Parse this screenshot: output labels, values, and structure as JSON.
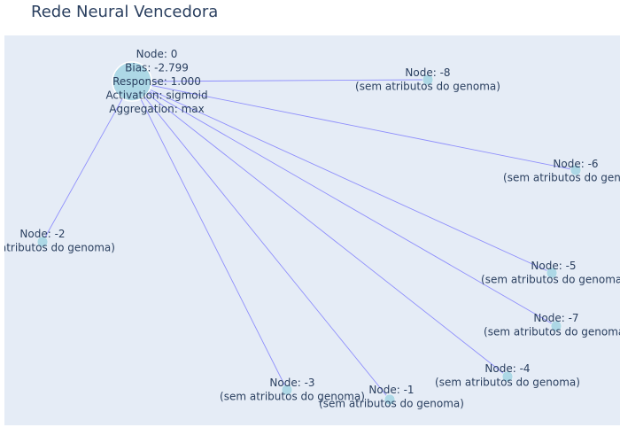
{
  "title": "Rede Neural Vencedora",
  "colors": {
    "plot_bg": "#e5ecf6",
    "edge": "#8f8ffc",
    "node_fill": "#add8e6",
    "text": "#2a3f5f"
  },
  "nodes": [
    {
      "id": "0",
      "role": "output",
      "lines": [
        "Node: 0",
        "Bias: -2.799",
        "Response: 1.000",
        "Activation: sigmoid",
        "Aggregation: max"
      ]
    },
    {
      "id": "-8",
      "role": "input",
      "lines": [
        "Node: -8",
        "(sem atributos do genoma)"
      ]
    },
    {
      "id": "-6",
      "role": "input",
      "lines": [
        "Node: -6",
        "(sem atributos do genoma)"
      ]
    },
    {
      "id": "-2",
      "role": "input",
      "lines": [
        "Node: -2",
        "(sem atributos do genoma)"
      ]
    },
    {
      "id": "-5",
      "role": "input",
      "lines": [
        "Node: -5",
        "(sem atributos do genoma)"
      ]
    },
    {
      "id": "-7",
      "role": "input",
      "lines": [
        "Node: -7",
        "(sem atributos do genoma)"
      ]
    },
    {
      "id": "-4",
      "role": "input",
      "lines": [
        "Node: -4",
        "(sem atributos do genoma)"
      ]
    },
    {
      "id": "-3",
      "role": "input",
      "lines": [
        "Node: -3",
        "(sem atributos do genoma)"
      ]
    },
    {
      "id": "-1",
      "role": "input",
      "lines": [
        "Node: -1",
        "(sem atributos do genoma)"
      ]
    }
  ],
  "edges": [
    {
      "from": "-8",
      "to": "0"
    },
    {
      "from": "-6",
      "to": "0"
    },
    {
      "from": "-2",
      "to": "0"
    },
    {
      "from": "-5",
      "to": "0"
    },
    {
      "from": "-7",
      "to": "0"
    },
    {
      "from": "-4",
      "to": "0"
    },
    {
      "from": "-3",
      "to": "0"
    },
    {
      "from": "-1",
      "to": "0"
    }
  ]
}
